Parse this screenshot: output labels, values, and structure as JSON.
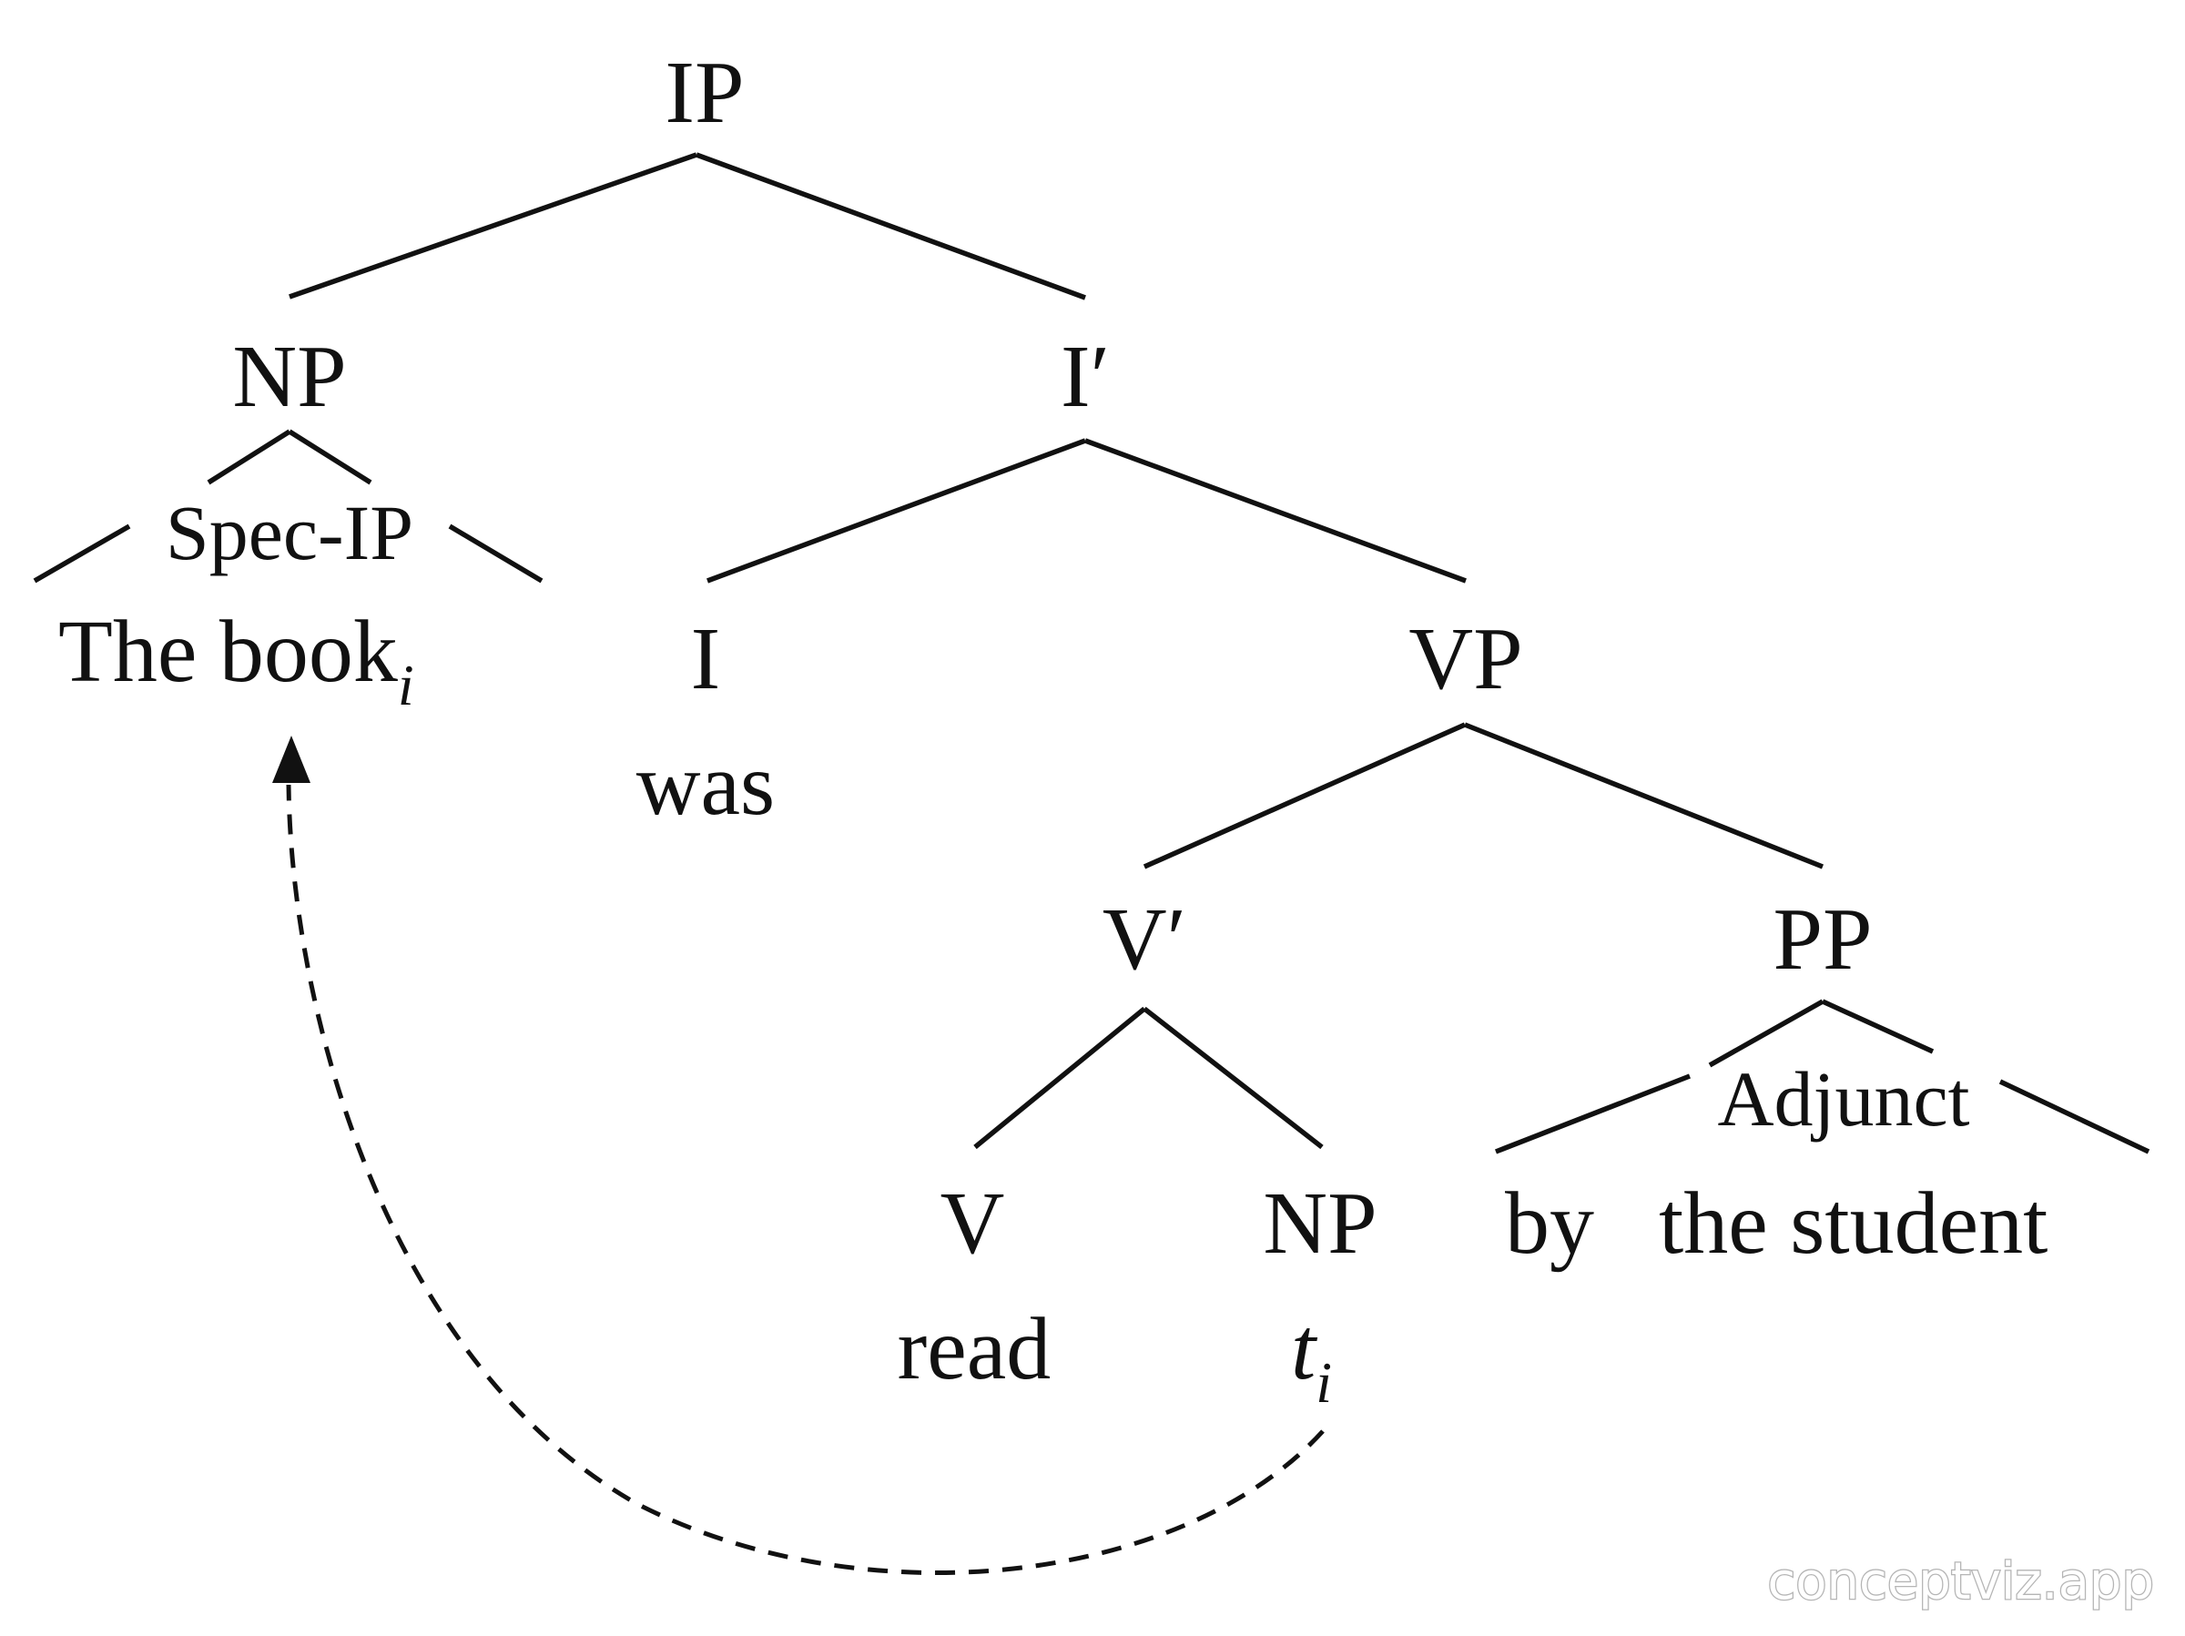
{
  "tree": {
    "ip": "IP",
    "np_subject": "NP",
    "i_bar": "I′",
    "spec_ip": "Spec-IP",
    "the_book": "The book",
    "index_i": "i",
    "i_head": "I",
    "was": "was",
    "vp": "VP",
    "v_bar": "V′",
    "pp": "PP",
    "v_head": "V",
    "np_object": "NP",
    "read": "read",
    "trace_t": "t",
    "trace_index": "i",
    "adjunct": "Adjunct",
    "by": "by",
    "the_student": "the student"
  },
  "watermark": "conceptviz.app",
  "colors": {
    "ink": "#111111",
    "background": "#ffffff",
    "watermark_outline": "#b5b5b5"
  }
}
